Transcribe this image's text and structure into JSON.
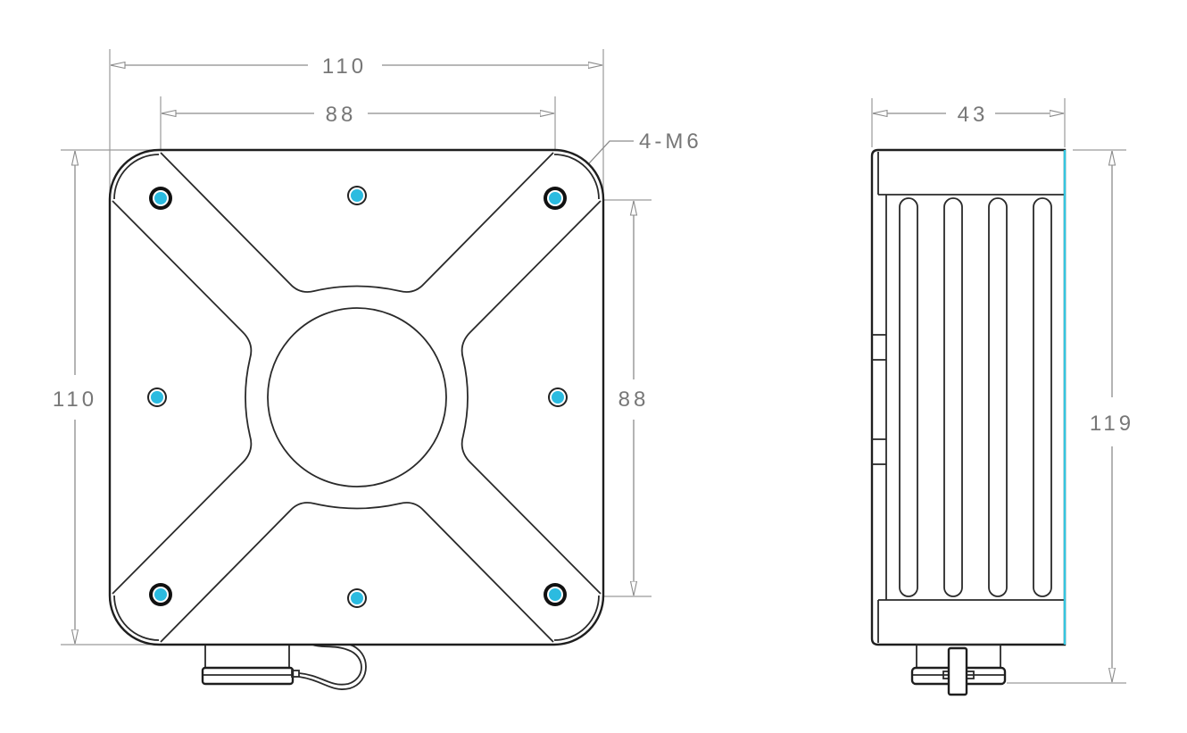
{
  "drawing": {
    "type": "technical-dimension-drawing",
    "front_view": {
      "overall_width_label": "110",
      "hole_spacing_width_label": "88",
      "overall_height_label": "110",
      "hole_spacing_height_label": "88",
      "thread_callout_label": "4-M6",
      "mounting_holes_count": 4,
      "auxiliary_holes_count": 4
    },
    "side_view": {
      "depth_label": "43",
      "overall_height_label": "119",
      "fins_count": 4
    },
    "colors": {
      "outline": "#1e1e1e",
      "dimension": "#8c8c8c",
      "hole_fill": "#2bbbe0",
      "edge_highlight": "#34c6e0"
    }
  }
}
